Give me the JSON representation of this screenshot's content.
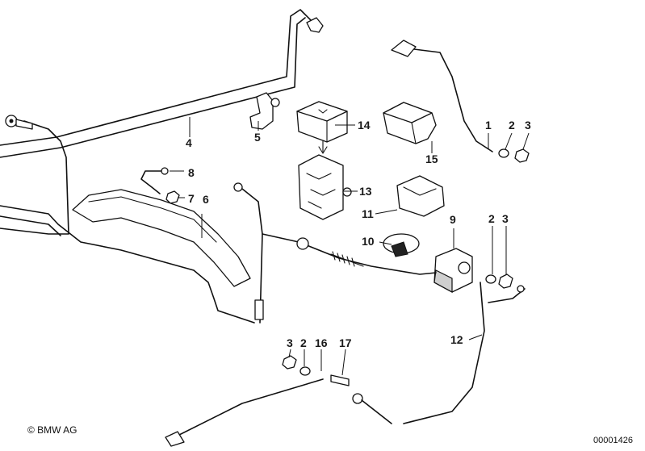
{
  "copyright": "© BMW AG",
  "diagram_number": "00001426",
  "callouts": {
    "c1": "1",
    "c2a": "2",
    "c3a": "3",
    "c4": "4",
    "c5": "5",
    "c6": "6",
    "c7": "7",
    "c8": "8",
    "c9": "9",
    "c10": "10",
    "c11": "11",
    "c12": "12",
    "c13": "13",
    "c14": "14",
    "c15": "15",
    "c16": "16",
    "c17": "17",
    "c2b": "2",
    "c3b": "3",
    "c2c": "2",
    "c3c": "3"
  }
}
